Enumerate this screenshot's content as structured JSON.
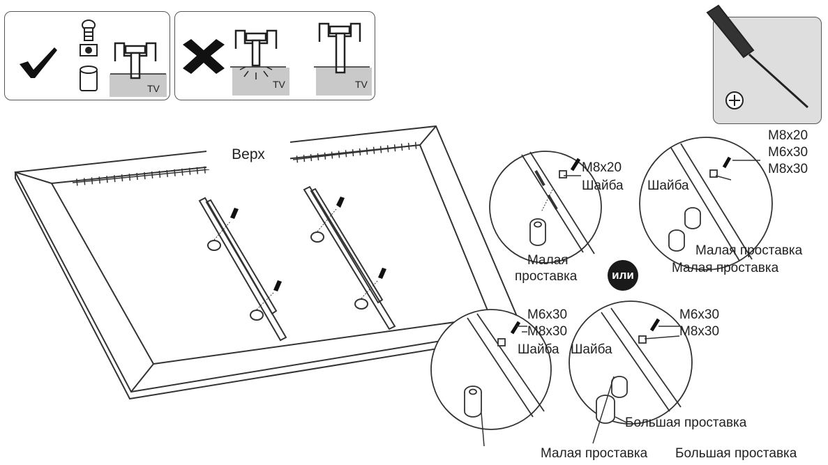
{
  "tv_label": "TV",
  "top_label": "Верх",
  "or_label": "или",
  "icons": {
    "correct": "checkmark-icon",
    "wrong": "cross-icon",
    "tool": "phillips-screwdriver-icon",
    "phillips": "phillips-head-icon"
  },
  "detail_a": {
    "screw": "M8x20",
    "washer": "Шайба",
    "spacer": [
      "Малая",
      "проставка"
    ]
  },
  "detail_b": {
    "screws": [
      "M8x20",
      "M6x30",
      "M8x30"
    ],
    "washer": "Шайба",
    "spacer": "Малая проставка"
  },
  "detail_c": {
    "screws": [
      "M6x30",
      "M8x30"
    ],
    "washer": "Шайба",
    "spacer": "Малая проставка"
  },
  "detail_d": {
    "screws": [
      "M6x30",
      "M8x30"
    ],
    "washer": "Шайба",
    "spacer": "Большая проставка"
  },
  "bottom_spacer_large": "Большая проставка",
  "colors": {
    "line": "#333333",
    "gray_fill": "#c9c9c9",
    "badge": "#1a1a1a"
  }
}
